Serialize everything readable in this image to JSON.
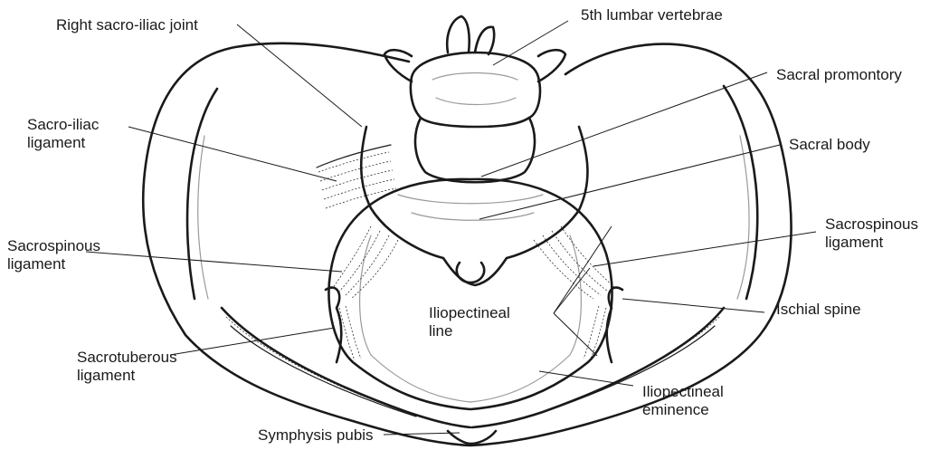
{
  "labels": {
    "right_sacro_iliac_joint": "Right sacro-iliac joint",
    "fifth_lumbar_vertebrae": "5th lumbar vertebrae",
    "sacral_promontory": "Sacral promontory",
    "sacro_iliac_ligament": "Sacro-iliac\nligament",
    "sacral_body": "Sacral body",
    "sacrospinous_ligament_left": "Sacrospinous\nligament",
    "sacrospinous_ligament_right": "Sacrospinous\nligament",
    "iliopectineal_line": "Iliopectineal\nline",
    "ischial_spine": "Ischial spine",
    "sacrotuberous_ligament": "Sacrotuberous\nligament",
    "iliopectineal_eminence": "Iliopectineal\neminence",
    "symphysis_pubis": "Symphysis pubis"
  },
  "colors": {
    "ink": "#1a1a1a",
    "shade": "#9a9a9a",
    "background": "#ffffff"
  }
}
